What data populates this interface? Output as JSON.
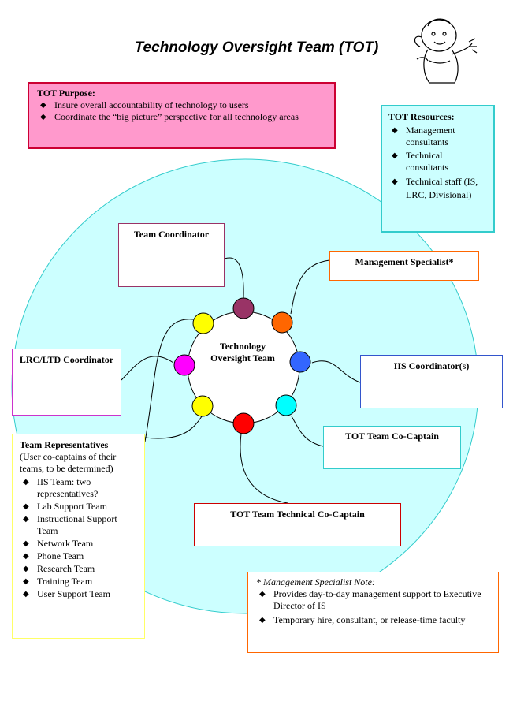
{
  "title": "Technology Oversight Team (TOT)",
  "purpose": {
    "heading": "TOT Purpose:",
    "items": [
      "Insure overall accountability of technology to users",
      "Coordinate the “big picture” perspective for all technology areas"
    ]
  },
  "resources": {
    "heading": "TOT Resources:",
    "items": [
      "Management consultants",
      "Technical consultants",
      "Technical staff (IS, LRC, Divisional)"
    ]
  },
  "center_label": "Technology Oversight Team",
  "roles": {
    "team_coordinator": "Team Coordinator",
    "management_specialist": "Management Specialist*",
    "lrc_ltd_coordinator": "LRC/LTD Coordinator",
    "iis_coordinators": "IIS Coordinator(s)",
    "tot_co_captain": "TOT Team Co-Captain",
    "tot_technical_co_captain": "TOT Team Technical Co-Captain"
  },
  "team_reps": {
    "heading": "Team Representatives",
    "subheading": "(User co-captains of their teams, to be determined)",
    "items": [
      "IIS Team: two representatives?",
      "Lab Support Team",
      "Instructional Support Team",
      "Network Team",
      "Phone Team",
      "Research Team",
      "Training Team",
      "User Support Team"
    ]
  },
  "note": {
    "heading": "* Management Specialist Note:",
    "items": [
      "Provides day-to-day management support to Executive Director of IS",
      "Temporary hire, consultant, or release-time faculty"
    ]
  },
  "colors": {
    "big_circle": "#ccffff",
    "big_circle_border": "#33cccc",
    "purpose_fill": "#ff99cc",
    "purpose_border": "#cc0033",
    "node_dark_magenta": "#993366",
    "node_orange": "#ff6600",
    "node_blue": "#3366ff",
    "node_cyan": "#00ffff",
    "node_red": "#ff0000",
    "node_yellow": "#ffff00",
    "node_magenta": "#ff00ff"
  }
}
